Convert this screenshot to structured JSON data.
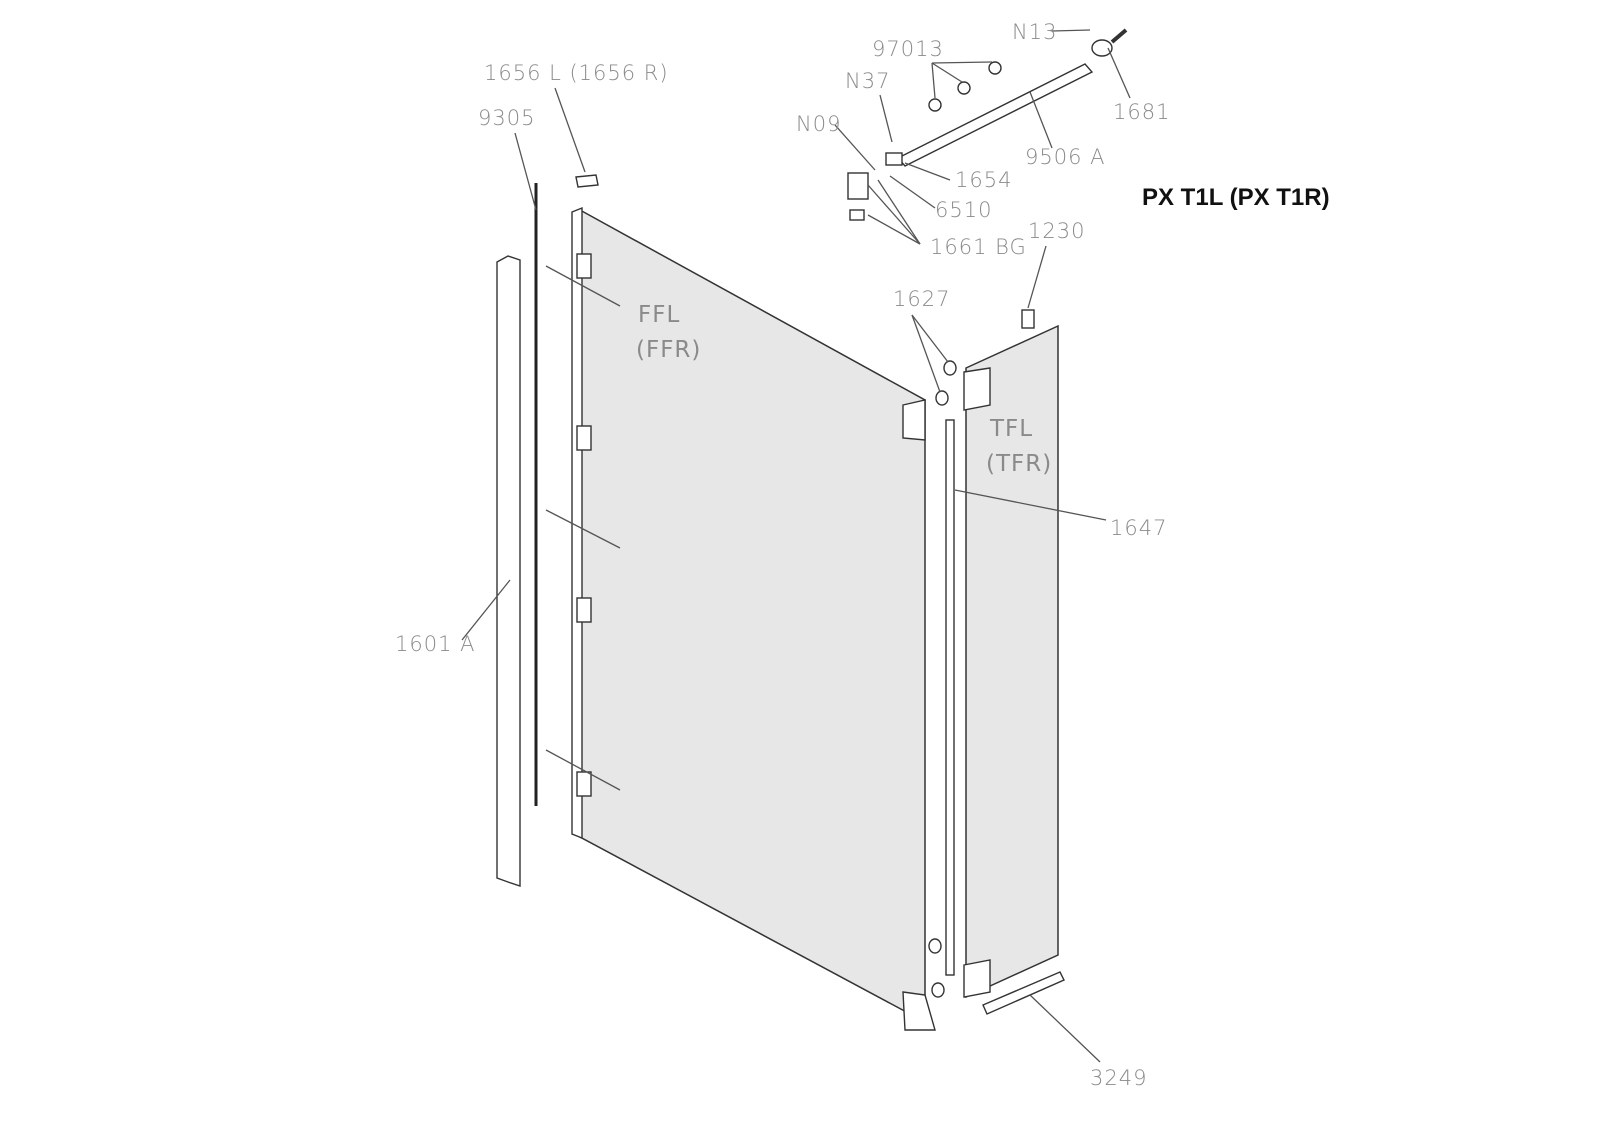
{
  "title": "PX T1L (PX T1R)",
  "panels": {
    "fixed_front": {
      "line1": "FFL",
      "line2": "(FFR)"
    },
    "fixed_side": {
      "line1": "TFL",
      "line2": "(TFR)"
    }
  },
  "parts": {
    "p1656": "1656 L (1656 R)",
    "p9305": "9305",
    "p1601": "1601 A",
    "p97013": "97013",
    "pN13": "N13",
    "pN37": "N37",
    "pN09": "N09",
    "p1681": "1681",
    "p9506": "9506 A",
    "p1654": "1654",
    "p6510": "6510",
    "p1661": "1661 BG",
    "p1230": "1230",
    "p1627": "1627",
    "p1647": "1647",
    "p3249": "3249"
  },
  "colors": {
    "glass": "#e7e7e7",
    "label": "#8a8a8a",
    "title": "#111111"
  }
}
